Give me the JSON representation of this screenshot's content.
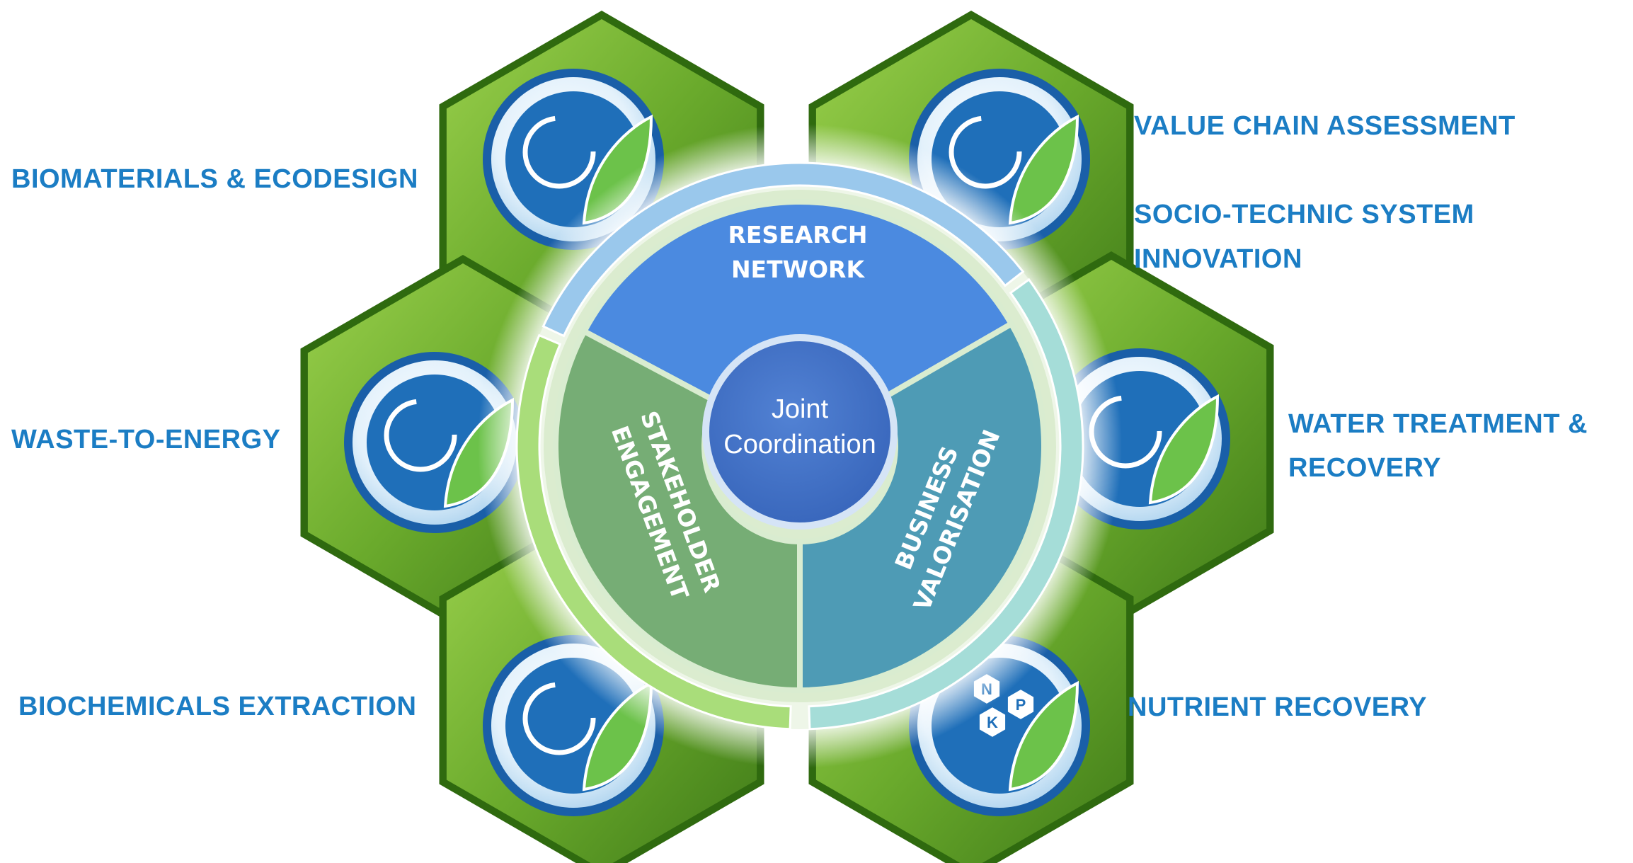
{
  "colors": {
    "label_blue": "#1b7dc4",
    "hex_green": "#6aaa2c",
    "hex_green_dark": "#3f7a18",
    "icon_blue": "#1f6fb9",
    "leaf_green": "#6cc24a",
    "research": "#4b8ae0",
    "stakeholder": "#76ad75",
    "business": "#4e9bb5",
    "center": "#3f6fc4",
    "ring_top": "#9ac8ec",
    "ring_left": "#a9dd7a",
    "ring_right": "#a5ddd8"
  },
  "labels": {
    "biomaterials": "BIOMATERIALS & ECODESIGN",
    "waste_to_energy": "WASTE-TO-ENERGY",
    "biochemicals": "BIOCHEMICALS EXTRACTION",
    "value_chain": "VALUE CHAIN ASSESSMENT",
    "socio_technic_line1": "SOCIO-TECHNIC SYSTEM",
    "socio_technic_line2": "INNOVATION",
    "water_line1": "WATER TREATMENT &",
    "water_line2": "RECOVERY",
    "nutrient": "NUTRIENT RECOVERY"
  },
  "segments": {
    "research_line1": "RESEARCH",
    "research_line2": "NETWORK",
    "stakeholder_line1": "STAKEHOLDER",
    "stakeholder_line2": "ENGAGEMENT",
    "business_line1": "BUSINESS",
    "business_line2": "VALORISATION"
  },
  "center": {
    "line1": "Joint",
    "line2": "Coordination"
  },
  "icons": {
    "biomaterials": "t-shirt-icon",
    "value_chain": "growth-chart-icon",
    "waste_to_energy": "recycle-leaf-plug-icon",
    "water": "water-drop-cycle-icon",
    "biochemicals": "flask-icon",
    "nutrient": "npk-cycle-icon"
  },
  "nutrient_letters": [
    "N",
    "P",
    "K"
  ]
}
